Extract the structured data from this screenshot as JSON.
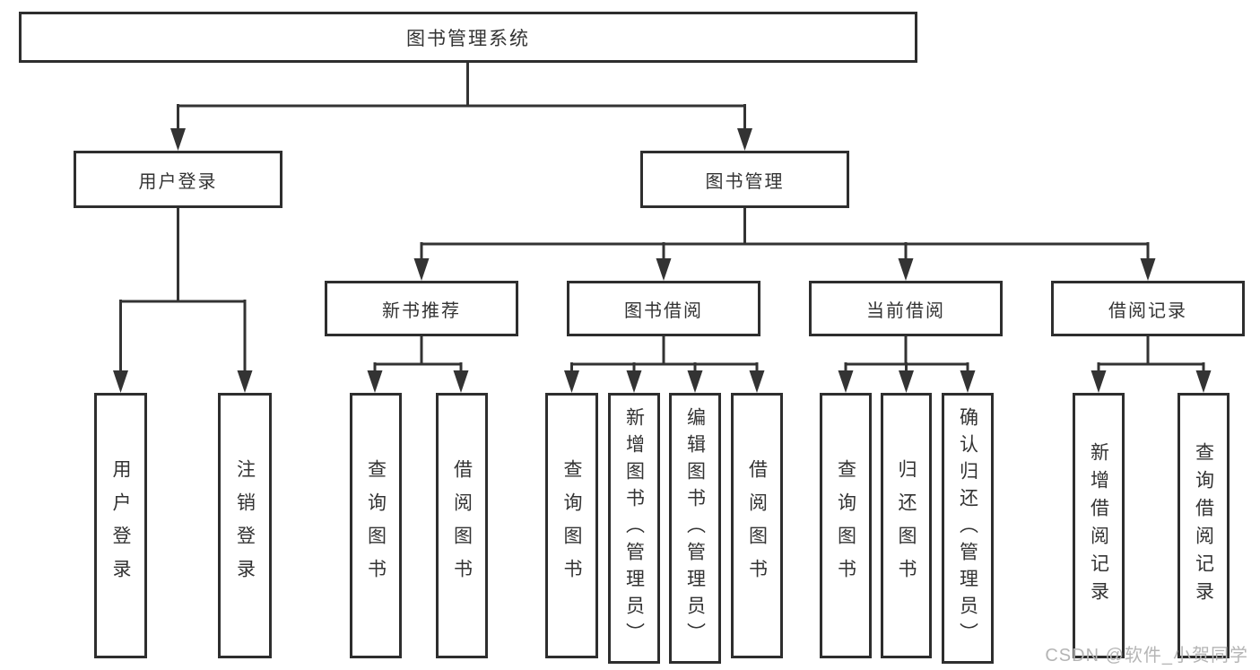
{
  "diagram": {
    "root": {
      "label": "图书管理系统"
    },
    "children": [
      {
        "label": "用户登录",
        "children": [
          {
            "label": "用户登录"
          },
          {
            "label": "注销登录"
          }
        ]
      },
      {
        "label": "图书管理",
        "children": [
          {
            "label": "新书推荐",
            "children": [
              {
                "label": "查询图书"
              },
              {
                "label": "借阅图书"
              }
            ]
          },
          {
            "label": "图书借阅",
            "children": [
              {
                "label": "查询图书"
              },
              {
                "label": "新增图书（管理员）"
              },
              {
                "label": "编辑图书（管理员）"
              },
              {
                "label": "借阅图书"
              }
            ]
          },
          {
            "label": "当前借阅",
            "children": [
              {
                "label": "查询图书"
              },
              {
                "label": "归还图书"
              },
              {
                "label": "确认归还（管理员）"
              }
            ]
          },
          {
            "label": "借阅记录",
            "children": [
              {
                "label": "新增借阅记录"
              },
              {
                "label": "查询借阅记录"
              }
            ]
          }
        ]
      }
    ]
  },
  "watermark": {
    "text": "CSDN @软件_小贺同学"
  },
  "colors": {
    "line": "#333333",
    "border": "#2e2e2e",
    "text": "#333333",
    "background": "#ffffff",
    "watermark": "#b5b5b5"
  }
}
